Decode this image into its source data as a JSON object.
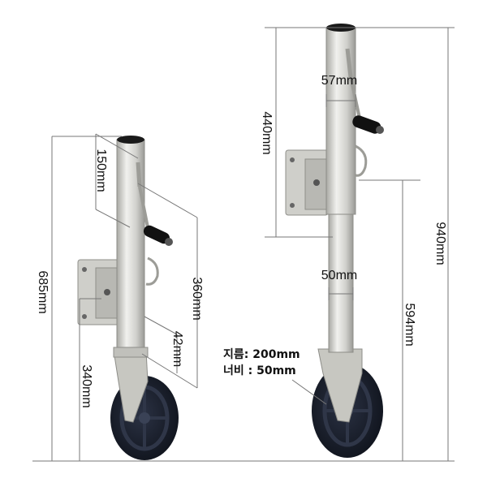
{
  "left_jack": {
    "overall_height": "685mm",
    "handle_offset": "150mm",
    "lift_travel": "360mm",
    "wheel_offset": "42mm",
    "bracket_height": "340mm"
  },
  "right_jack": {
    "tube_diameter": "57mm",
    "upper_length": "440mm",
    "inner_tube_diameter": "50mm",
    "lower_height": "594mm",
    "overall_height": "940mm"
  },
  "wheel_spec": {
    "diameter": "지름: 200mm",
    "width": "너비 : 50mm"
  },
  "colors": {
    "tube": "#d8d8d4",
    "tube_shade": "#a9a9a4",
    "wheel": "#1c2230",
    "handle": "#111111"
  }
}
